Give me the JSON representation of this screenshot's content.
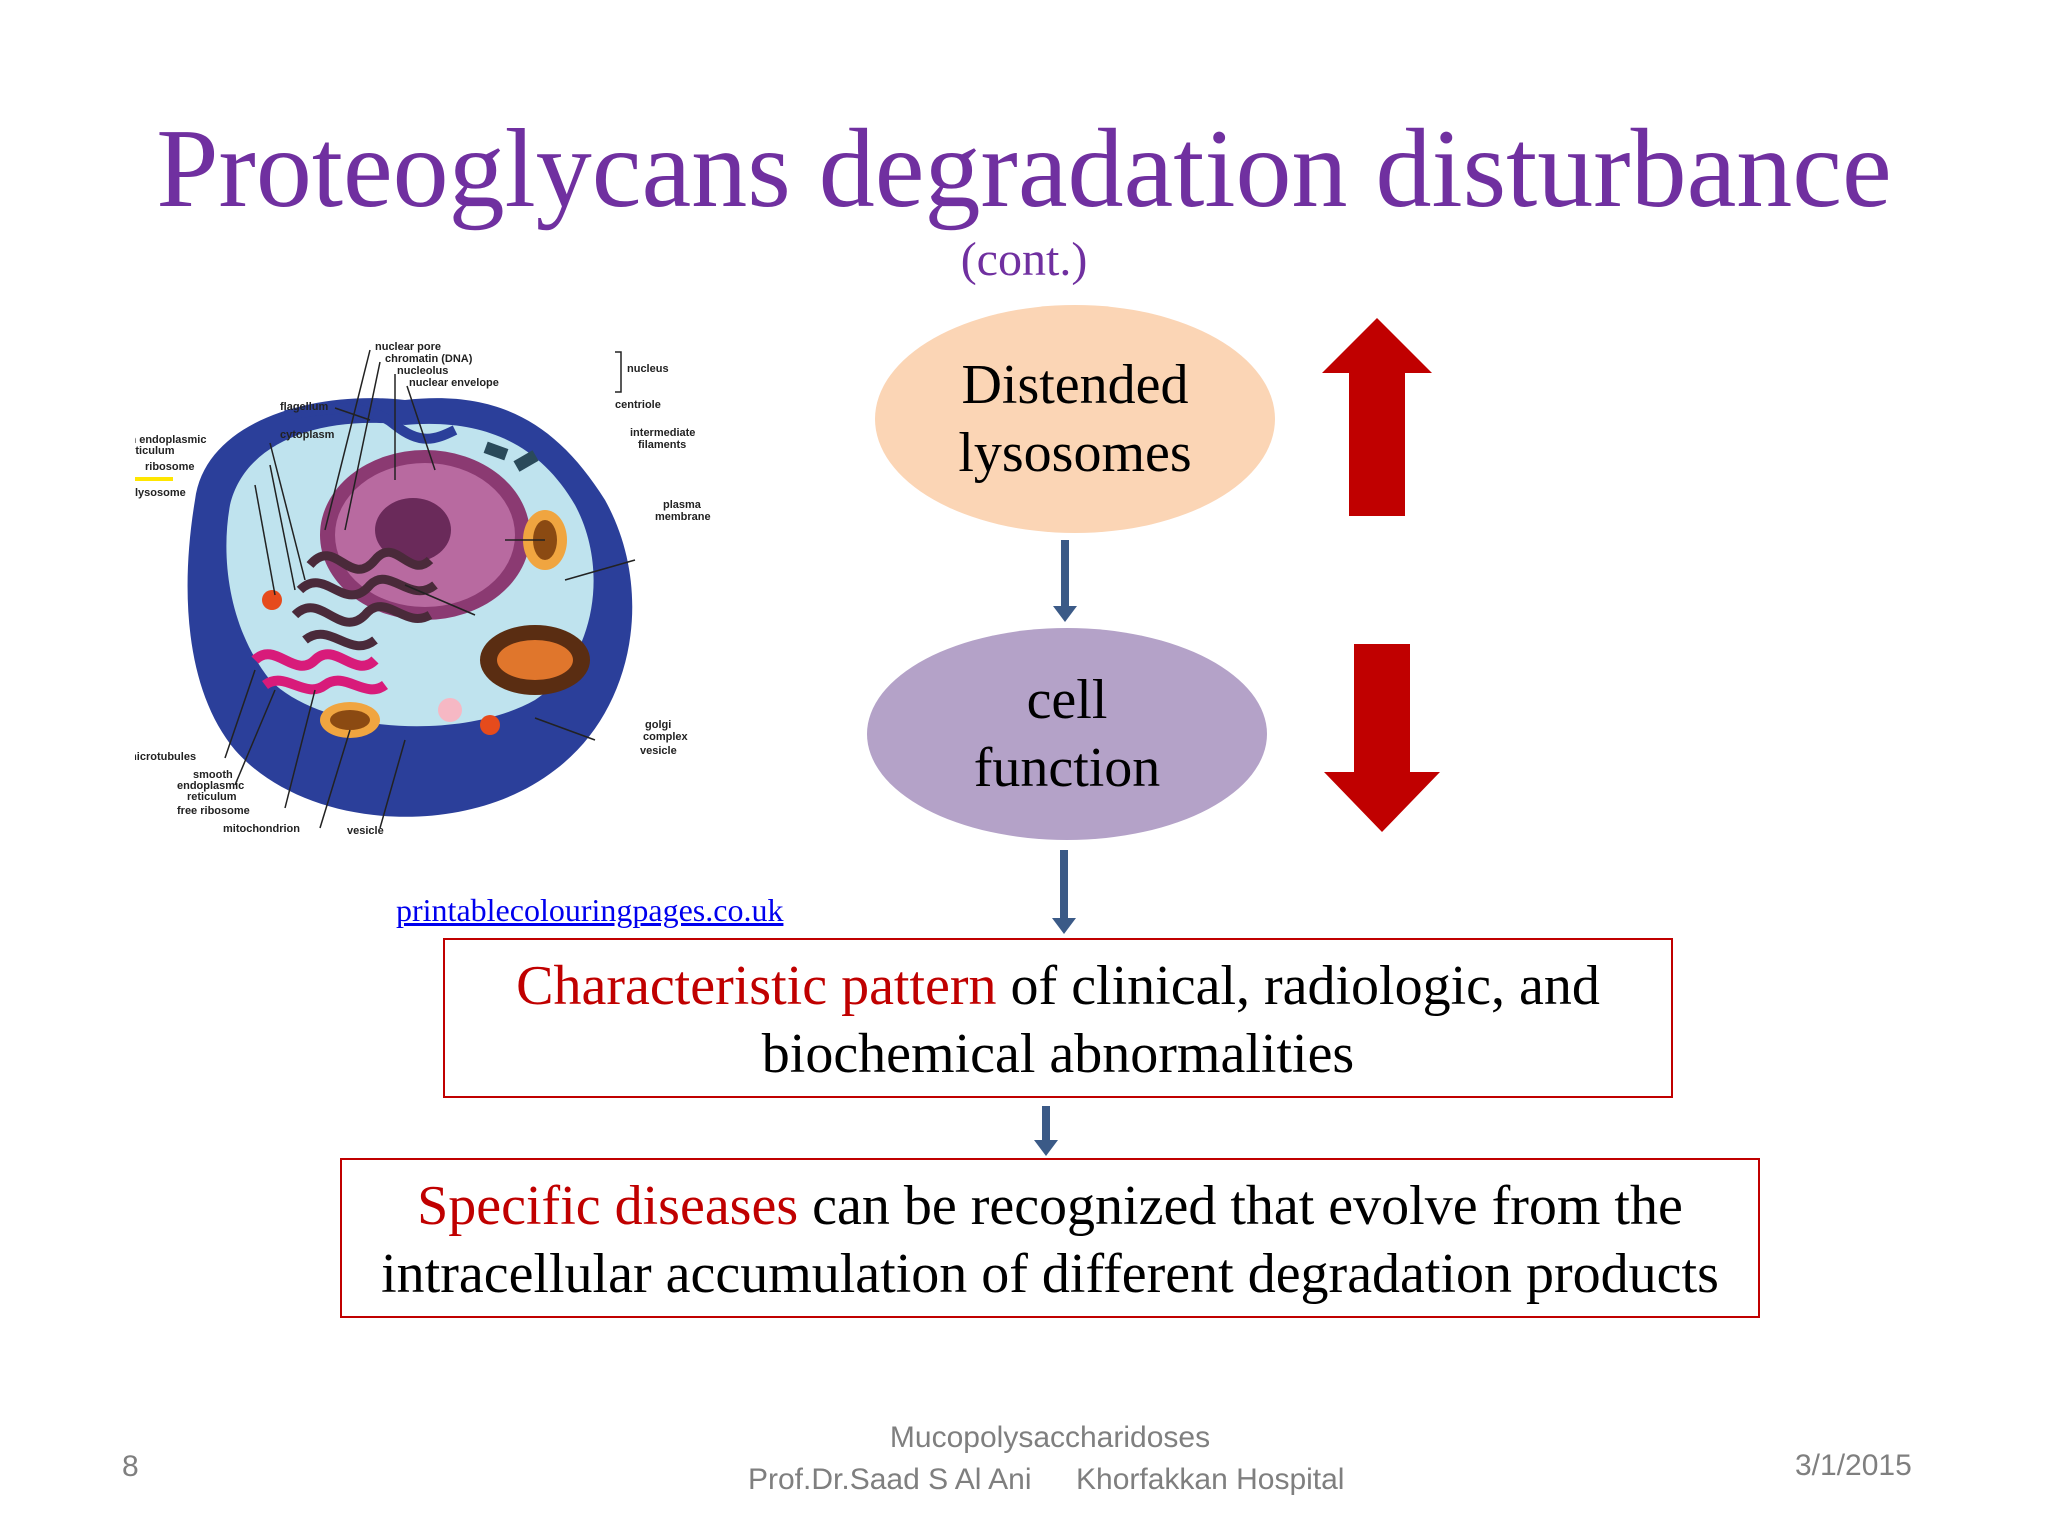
{
  "slide": {
    "title": "Proteoglycans degradation disturbance",
    "subtitle": "(cont.)",
    "flow": {
      "node1_line1": "Distended",
      "node1_line2": "lysosomes",
      "node2_line1": "cell",
      "node2_line2": "function",
      "box1_red": "Characteristic pattern",
      "box1_rest_line1": " of clinical, radiologic, and",
      "box1_line2": "biochemical abnormalities",
      "box2_red": "Specific diseases",
      "box2_rest_line1": " can be recognized that evolve from the",
      "box2_line2": "intracellular accumulation of different degradation products"
    },
    "image_credit": "printablecolouringpages.co.uk",
    "cell_labels": {
      "nuclear_pore": "nuclear pore",
      "chromatin": "chromatin (DNA)",
      "nucleolus": "nucleolus",
      "nuclear_envelope": "nuclear envelope",
      "nucleus": "nucleus",
      "centriole": "centriole",
      "intermediate_filaments_1": "intermediate",
      "intermediate_filaments_2": "filaments",
      "plasma_membrane_1": "plasma",
      "plasma_membrane_2": "membrane",
      "flagellum": "flagellum",
      "cytoplasm": "cytoplasm",
      "rough_er_1": "rough endoplasmic",
      "rough_er_2": "reticulum",
      "ribosome": "ribosome",
      "lysosome": "lysosome",
      "golgi_1": "golgi",
      "golgi_2": "complex",
      "vesicle_right": "vesicle",
      "microtubules": "microtubules",
      "smooth_er_1": "smooth",
      "smooth_er_2": "endoplasmic",
      "smooth_er_3": "reticulum",
      "free_ribosome": "free ribosome",
      "mitochondrion": "mitochondrion",
      "vesicle_bottom": "vesicle"
    },
    "footer": {
      "page_number": "8",
      "line1": "Mucopolysaccharidoses",
      "author": "Prof.Dr.Saad S Al Ani",
      "hospital": "Khorfakkan Hospital",
      "date": "3/1/2015"
    },
    "colors": {
      "title": "#7030a0",
      "highlight_red": "#c00000",
      "arrow_red": "#c00000",
      "connector_blue": "#3b5a87",
      "node1_fill": "#fbd5b5",
      "node2_fill": "#b4a2c8"
    }
  }
}
